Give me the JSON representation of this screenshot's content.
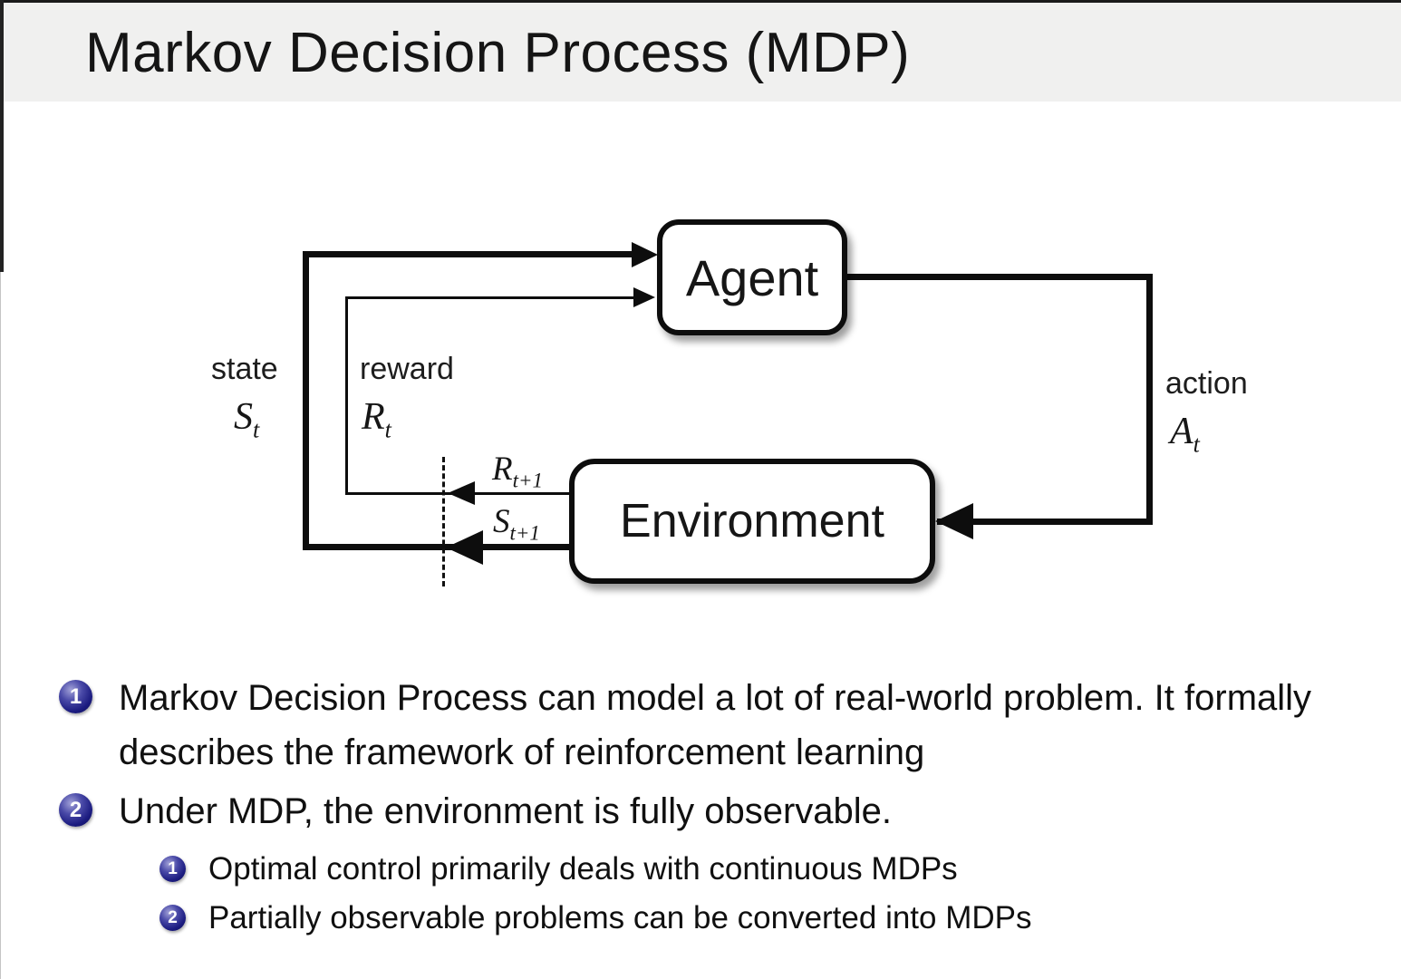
{
  "title": "Markov Decision Process (MDP)",
  "diagram": {
    "agent_label": "Agent",
    "environment_label": "Environment",
    "state_label": "state",
    "state_symbol": "S",
    "state_subscript": "t",
    "reward_label": "reward",
    "reward_symbol": "R",
    "reward_subscript": "t",
    "action_label": "action",
    "action_symbol": "A",
    "action_subscript": "t",
    "next_reward_symbol": "R",
    "next_reward_subscript": "t+1",
    "next_state_symbol": "S",
    "next_state_subscript": "t+1"
  },
  "bullets": {
    "item1": {
      "number": "1",
      "text": "Markov Decision Process can model a lot of real-world problem. It formally describes the framework of reinforcement learning"
    },
    "item2": {
      "number": "2",
      "text": "Under MDP, the environment is fully observable."
    },
    "sub1": {
      "number": "1",
      "text": "Optimal control primarily deals with continuous MDPs"
    },
    "sub2": {
      "number": "2",
      "text": "Partially observable problems can be converted into MDPs"
    }
  },
  "colors": {
    "title_bar_bg": "#f0f0ef",
    "bullet_ball_blue": "#1c1c80",
    "diagram_line": "#0d0d0d",
    "text": "#111111"
  }
}
